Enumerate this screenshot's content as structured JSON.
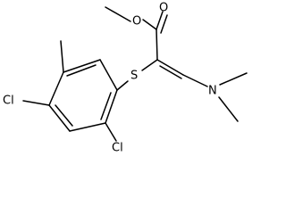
{
  "molecule": {
    "atoms": {
      "carbonyl_oxygen": "O",
      "ester_oxygen": "O",
      "sulfur": "S",
      "amine_nitrogen": "N",
      "chlorine_para": "Cl",
      "chlorine_ortho": "Cl"
    }
  },
  "colors": {
    "bond": "#000000",
    "background": "#ffffff"
  }
}
